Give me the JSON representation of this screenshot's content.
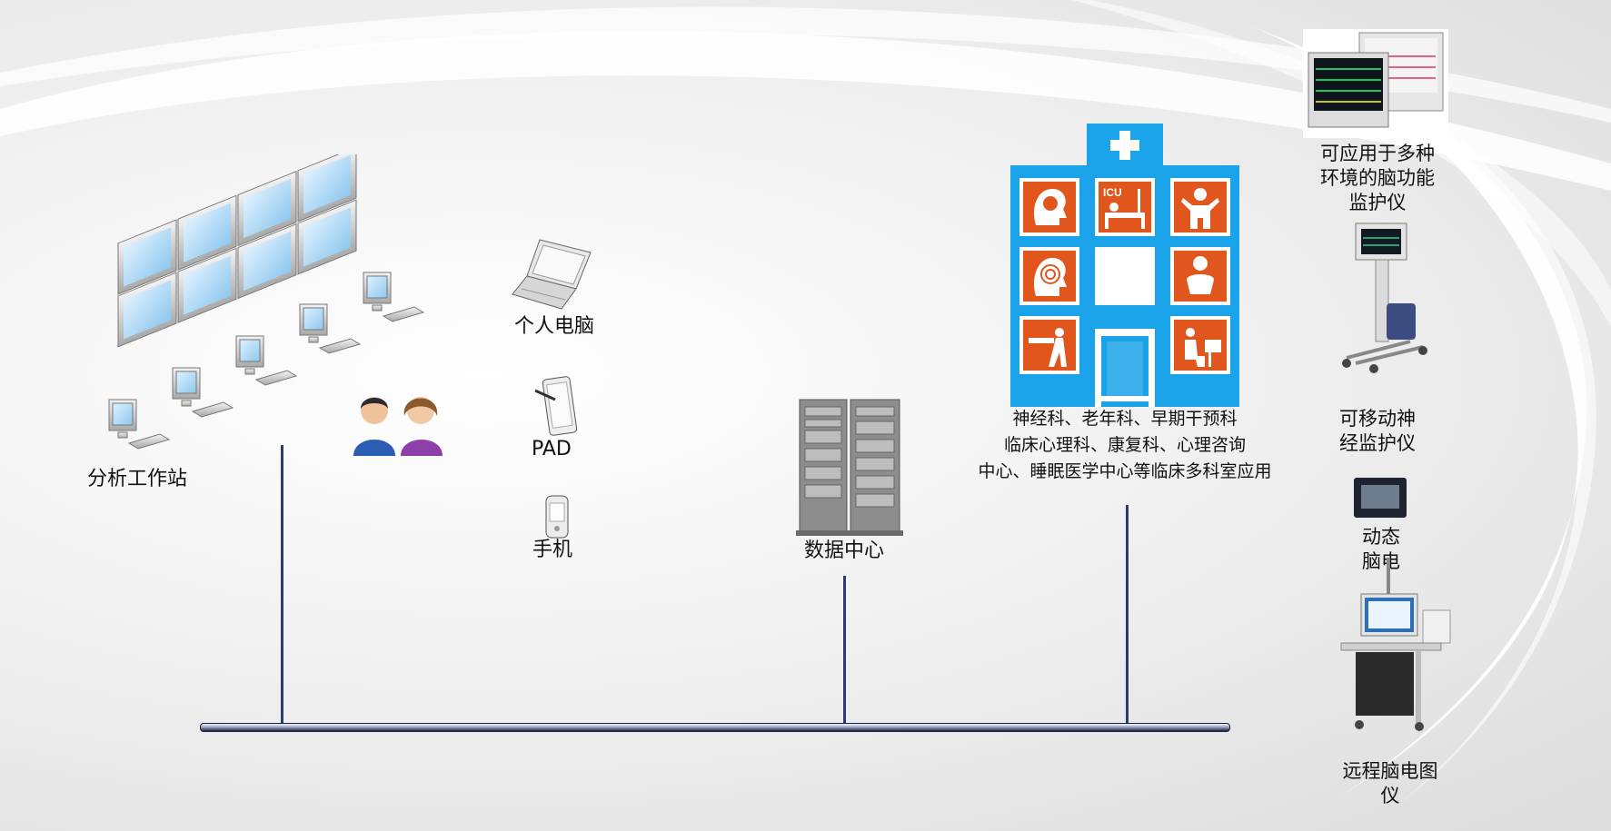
{
  "labels": {
    "workstation": "分析工作站",
    "pc": "个人电脑",
    "pad": "PAD",
    "phone": "手机",
    "data_center": "数据中心"
  },
  "departments": {
    "line1": "神经科、老年科、早期干预科",
    "line2": "临床心理科、康复科、心理咨询",
    "line3": "中心、睡眠医学中心等临床多科室应用"
  },
  "devices": {
    "monitor_label": [
      "可应用于多种",
      "环境的脑功能",
      "监护仪"
    ],
    "mobile_label": [
      "可移动神",
      "经监护仪"
    ],
    "ambulatory_label": [
      "动态",
      "脑电"
    ],
    "remote_label": [
      "远程脑电图",
      "仪"
    ]
  },
  "hospital": {
    "icu_text": "ICU"
  },
  "colors": {
    "hospital_blue": "#1aa3e8",
    "tile_orange": "#e0561d",
    "bus_dark": "#1c2341",
    "line": "#2e3a76"
  }
}
